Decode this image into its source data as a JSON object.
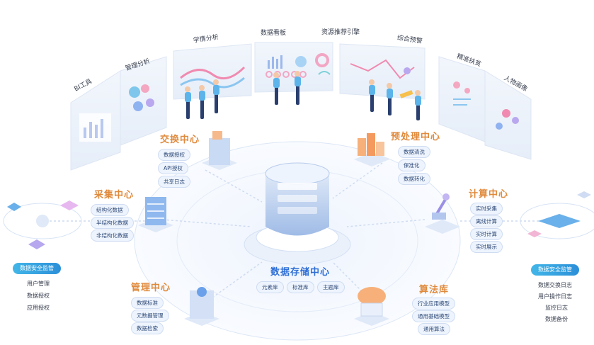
{
  "panels": [
    {
      "label": "BI工具"
    },
    {
      "label": "管理分析"
    },
    {
      "label": "学情分析"
    },
    {
      "label": "数据看板"
    },
    {
      "label": "资源推荐引擎"
    },
    {
      "label": "综合预警"
    },
    {
      "label": "精准扶贫"
    },
    {
      "label": "人物画像"
    }
  ],
  "exchange": {
    "title": "交换中心",
    "items": [
      "数据授权",
      "API授权",
      "共享日志"
    ]
  },
  "preprocess": {
    "title": "预处理中心",
    "items": [
      "数据清洗",
      "保准化",
      "数据转化"
    ]
  },
  "collect": {
    "title": "采集中心",
    "items": [
      "结构化数据",
      "半结构化数据",
      "非结构化数据"
    ]
  },
  "compute": {
    "title": "计算中心",
    "items": [
      "实时采集",
      "离线计算",
      "实时计算",
      "实时展示"
    ]
  },
  "storage": {
    "title": "数据存储中心",
    "items": [
      "元素库",
      "标准库",
      "主题库"
    ]
  },
  "manage": {
    "title": "管理中心",
    "items": [
      "数据标准",
      "元数据管理",
      "数据检索"
    ]
  },
  "algo": {
    "title": "算法库",
    "items": [
      "行业应用模型",
      "通用基础模型",
      "通用算法"
    ]
  },
  "security_left": {
    "title": "数据安全监管",
    "items": [
      "用户管理",
      "数据授权",
      "应用授权"
    ]
  },
  "security_right": {
    "title": "数据安全监管",
    "items": [
      "数据交换日志",
      "用户操作日志",
      "监控日志",
      "数据备份"
    ]
  },
  "colors": {
    "accent_orange": "#e08a3c",
    "accent_blue": "#2f6fd6",
    "pill_bg": "#eef4fd",
    "badge": "#2c8fd8"
  }
}
